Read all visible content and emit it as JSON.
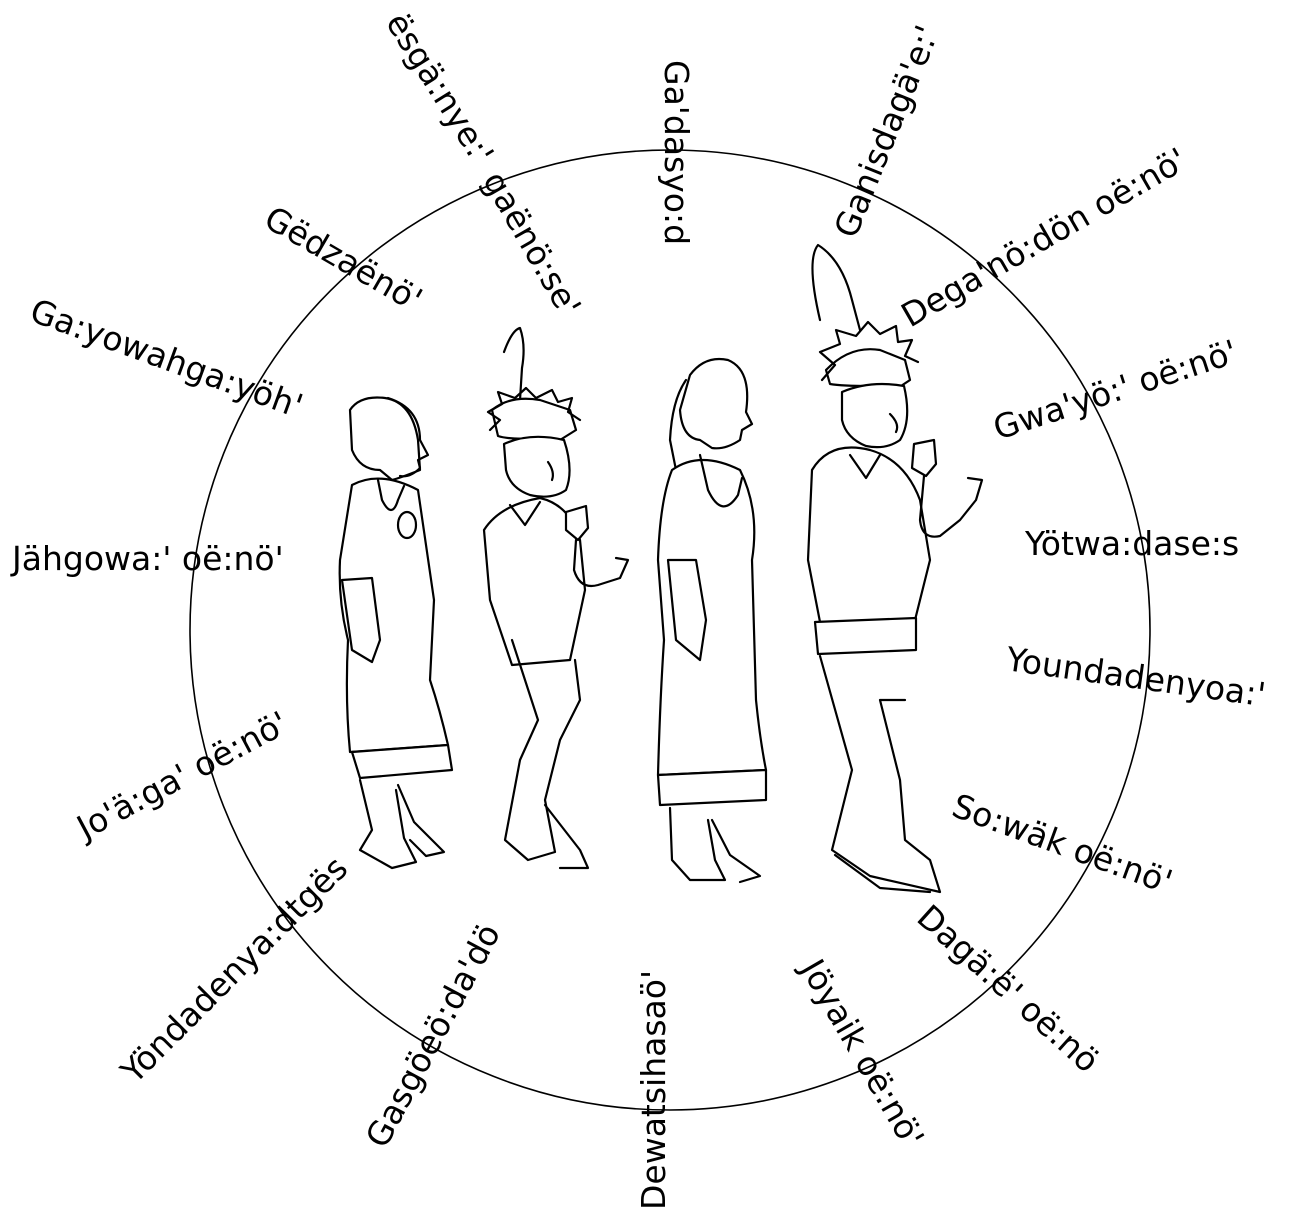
{
  "diagram": {
    "labels": [
      "Ga'dasyo:d",
      "Ganisdagä'e:'",
      "Dega'nö:dön oë:nö'",
      "Gwa'yö:' oë:nö'",
      "Yötwa:dase:s",
      "Youndadenyoa:'",
      "So:wäk oë:nö'",
      "Dagä:ë' oë:nö",
      "Jöyaik oë:nö'",
      "Dewatsihasaö'",
      "Gasgöeö:da'dö",
      "Yöndadenya:dtgës",
      "Jo'ä:ga' oë:nö'",
      "Jähgowa:' oë:nö'",
      "Ga:yowahga:yöh'",
      "Gëdzaënö'",
      "ësgä:nye:'",
      "gaënö:se'"
    ],
    "figures": [
      {
        "kind": "woman"
      },
      {
        "kind": "boy-with-rattle"
      },
      {
        "kind": "woman"
      },
      {
        "kind": "man-with-rattle"
      }
    ]
  }
}
